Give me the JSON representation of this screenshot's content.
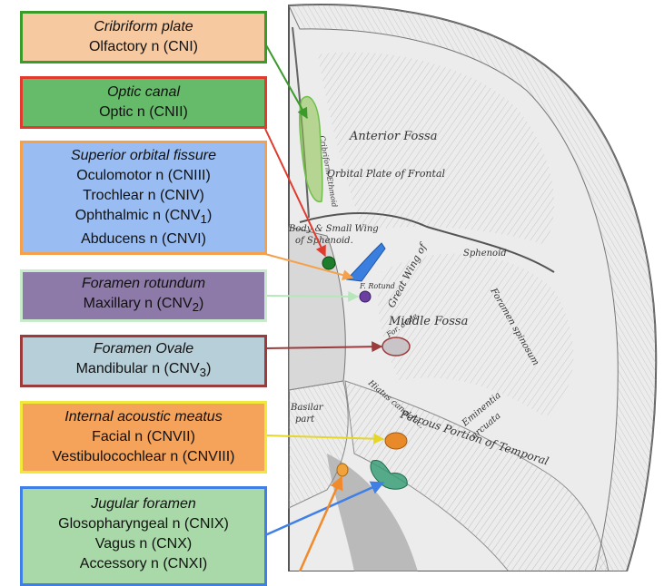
{
  "boxes": [
    {
      "id": "cribriform",
      "title": "Cribriform plate",
      "lines": [
        "Olfactory n (CNI)"
      ],
      "fill": "#f7c9a0",
      "border": "#3a9a2a",
      "marker": "#6fbf4a"
    },
    {
      "id": "optic",
      "title": "Optic canal",
      "lines": [
        "Optic n (CNII)"
      ],
      "fill": "#66bb6a",
      "border": "#e03b2e",
      "marker": "#1e7d2a"
    },
    {
      "id": "sof",
      "title": "Superior orbital fissure",
      "lines": [
        "Oculomotor n (CNIII)",
        "Trochlear n (CNIV)",
        "Ophthalmic n (CNV",
        "Abducens n (CNVI)"
      ],
      "sub": "1",
      "fill": "#99bdf2",
      "border": "#f5a04a",
      "marker": "#3a7fe0"
    },
    {
      "id": "rotundum",
      "title": "Foramen rotundum",
      "lines": [
        "Maxillary n (CNV"
      ],
      "sub": "2",
      "fill": "#8e7aa8",
      "border": "#c8eccb",
      "marker": "#6a3fa0"
    },
    {
      "id": "ovale",
      "title": "Foramen Ovale",
      "lines": [
        "Mandibular n (CNV"
      ],
      "sub": "3",
      "fill": "#b7cfd9",
      "border": "#9b3b3b",
      "marker": "#c9c4c8"
    },
    {
      "id": "iam",
      "title": "Internal acoustic meatus",
      "lines": [
        "Facial n (CNVII)",
        "Vestibulocochlear n (CNVIII)"
      ],
      "fill": "#f5a25a",
      "border": "#f2e83a",
      "marker": "#e88a2a"
    },
    {
      "id": "jugular",
      "title": "Jugular foramen",
      "lines": [
        "Glosopharyngeal n (CNIX)",
        "Vagus n (CNX)",
        "Accessory n (CNXI)"
      ],
      "fill": "#a9d9a9",
      "border": "#3f7fe6",
      "marker": "#2f9a72"
    }
  ],
  "engraving": {
    "anterior_fossa": "Anterior Fossa",
    "orbital_plate": "Orbital Plate of Frontal",
    "body_small_wing_1": "Body & Small Wing",
    "body_small_wing_2": "of Sphenoid.",
    "sphenoid": "Sphenoid",
    "great_wing": "Great Wing of",
    "middle_fossa": "Middle Fossa",
    "foramen_spinosum": "Foramen spinosum",
    "petrous": "Petrous Portion of Temporal",
    "eminentia_1": "Eminentia",
    "eminentia_2": "arcuata",
    "basilar_1": "Basilar",
    "basilar_2": "part",
    "hiatus": "Hiatus canal.fac.",
    "cribriform_engr": "Cribriform Ethmoid",
    "rotundum_engr": "F. Rotund",
    "ovale_engr": "For. ovale"
  },
  "colors": {
    "bone_fill": "#eeeeee",
    "bone_line": "#666666",
    "background": "#ffffff"
  }
}
